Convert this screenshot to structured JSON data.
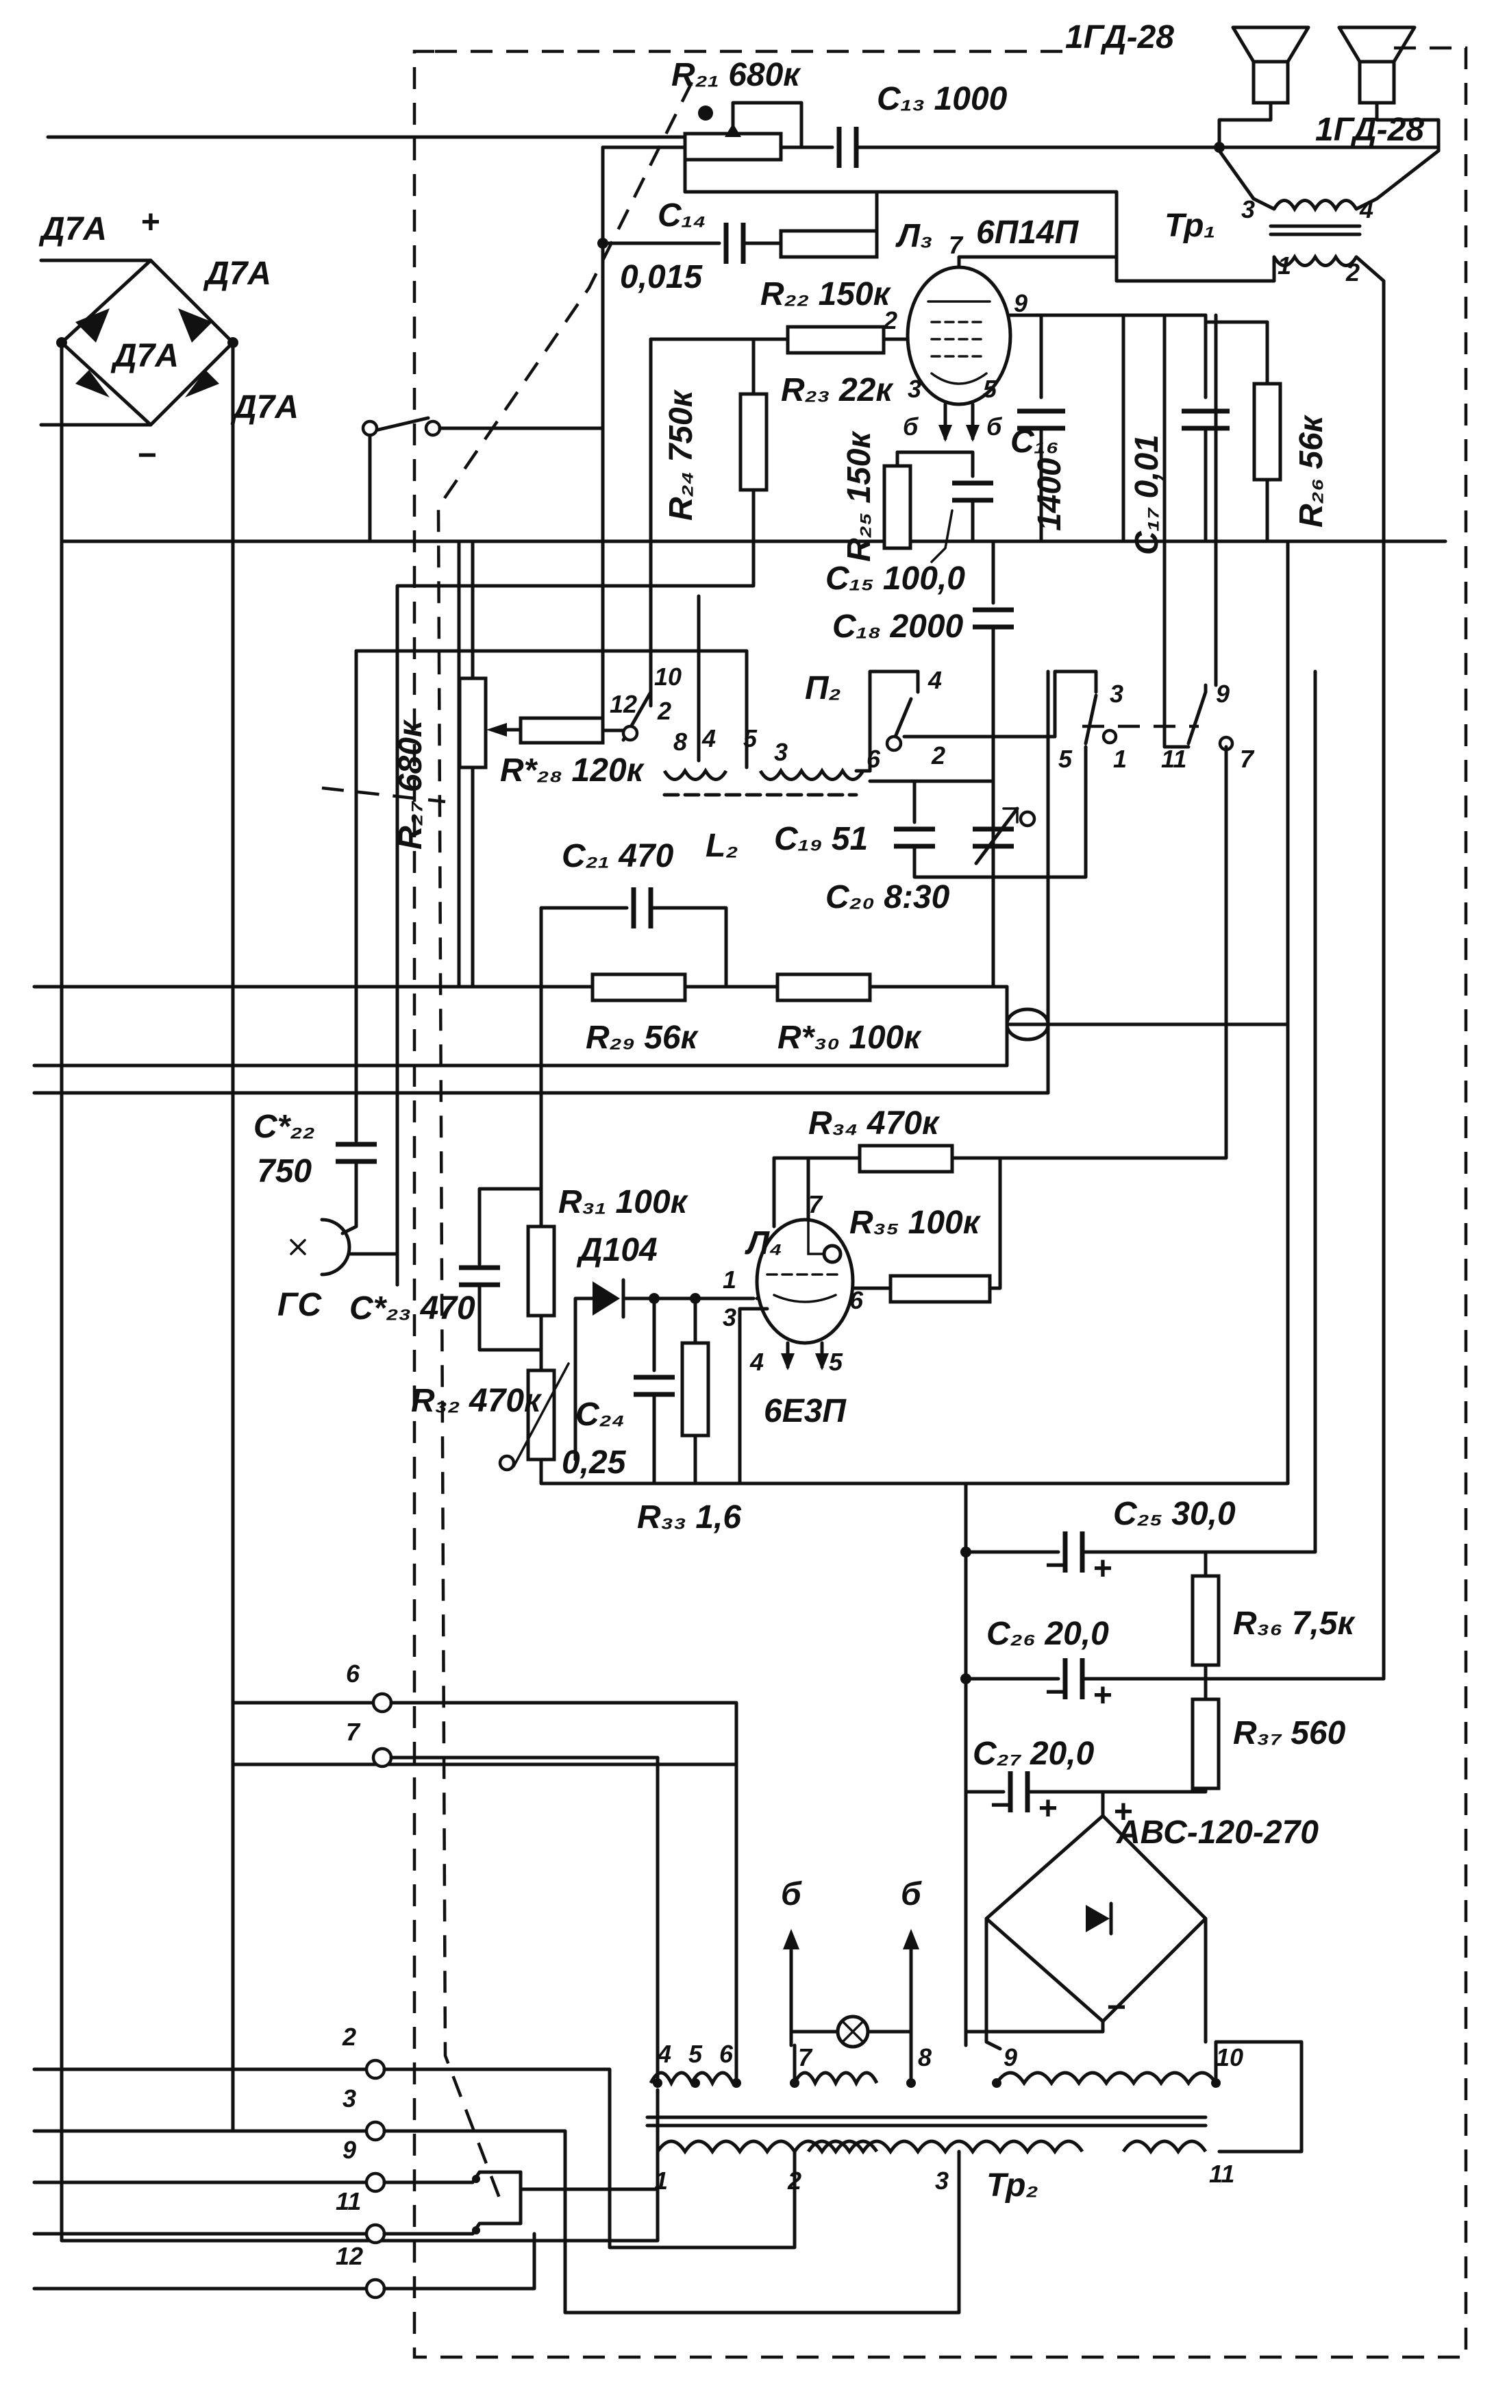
{
  "labels": {
    "speakers": "1ГД-28",
    "speakers2": "1ГД-28",
    "tr1": "Тр₁",
    "tr2": "Тр₂",
    "l3": "Л₃",
    "l3_type": "6П14П",
    "l4": "Л₄",
    "l4_type": "6Е3П",
    "p2": "П₂",
    "l2": "L₂",
    "gs": "ГС",
    "rect_block": "АВС-120-270",
    "diode_d104": "Д104",
    "d7a_1": "Д7А",
    "d7a_2": "Д7А",
    "d7a_3": "Д7А",
    "d7a_4": "Д7А",
    "plus": "+",
    "minus": "−"
  },
  "components": {
    "r21": "R₂₁ 680к",
    "c13": "C₁₃ 1000",
    "c14": "C₁₄",
    "c14_val": "0,015",
    "r22": "R₂₂ 150к",
    "r23": "R₂₃ 22к",
    "r24": "R₂₄ 750к",
    "r25": "R₂₅ 150к",
    "c16": "C₁₆",
    "c16_val": "1400",
    "c17": "C₁₇ 0,01",
    "r26": "R₂₆ 56к",
    "c15": "C₁₅ 100,0",
    "c18": "C₁₈ 2000",
    "r27": "R₂₇ 680к",
    "r28": "R*₂₈ 120к",
    "c19": "C₁₉ 51",
    "c20": "C₂₀ 8:30",
    "c21": "C₂₁ 470",
    "r29": "R₂₉ 56к",
    "r30": "R*₃₀ 100к",
    "c22": "C*₂₂",
    "c22_val": "750",
    "c23": "C*₂₃ 470",
    "r31": "R₃₁ 100к",
    "r32": "R₃₂ 470к",
    "c24": "C₂₄",
    "c24_val": "0,25",
    "r33": "R₃₃ 1,6",
    "r34": "R₃₄ 470к",
    "r35": "R₃₅ 100к",
    "c25": "C₂₅ 30,0",
    "c26": "C₂₆ 20,0",
    "r36": "R₃₆ 7,5к",
    "c27": "C₂₇ 20,0",
    "r37": "R₃₇ 560"
  },
  "pins": {
    "tr1_1": "1",
    "tr1_2": "2",
    "tr1_3": "3",
    "tr1_4": "4",
    "l3_2": "2",
    "l3_3": "3",
    "l3_5": "5",
    "l3_7": "7",
    "l3_9": "9",
    "l3_6a": "б",
    "l3_6b": "б",
    "p2_10": "10",
    "p2_12": "12",
    "p2_2": "2",
    "p2_8": "8",
    "p2_4": "4",
    "p2_5": "5",
    "p2_3": "3",
    "p2_6": "6",
    "p2_4b": "4",
    "p2_2b": "2",
    "p2_3b": "3",
    "p2_5b": "5",
    "p2_1": "1",
    "p2_9": "9",
    "p2_11": "11",
    "p2_7": "7",
    "l4_1": "1",
    "l4_3": "3",
    "l4_4": "4",
    "l4_5": "5",
    "l4_6": "6",
    "l4_7": "7",
    "t_6": "6",
    "t_7": "7",
    "t_2": "2",
    "t_3": "3",
    "t_9": "9",
    "t_11": "11",
    "t_12": "12",
    "tr2_4": "4",
    "tr2_5": "5",
    "tr2_6": "6",
    "tr2_7": "7",
    "tr2_8": "8",
    "tr2_9": "9",
    "tr2_10": "10",
    "tr2_11": "11",
    "tr2_1": "1",
    "tr2_2": "2",
    "tr2_3": "3",
    "heater_b1": "б",
    "heater_b2": "б"
  }
}
